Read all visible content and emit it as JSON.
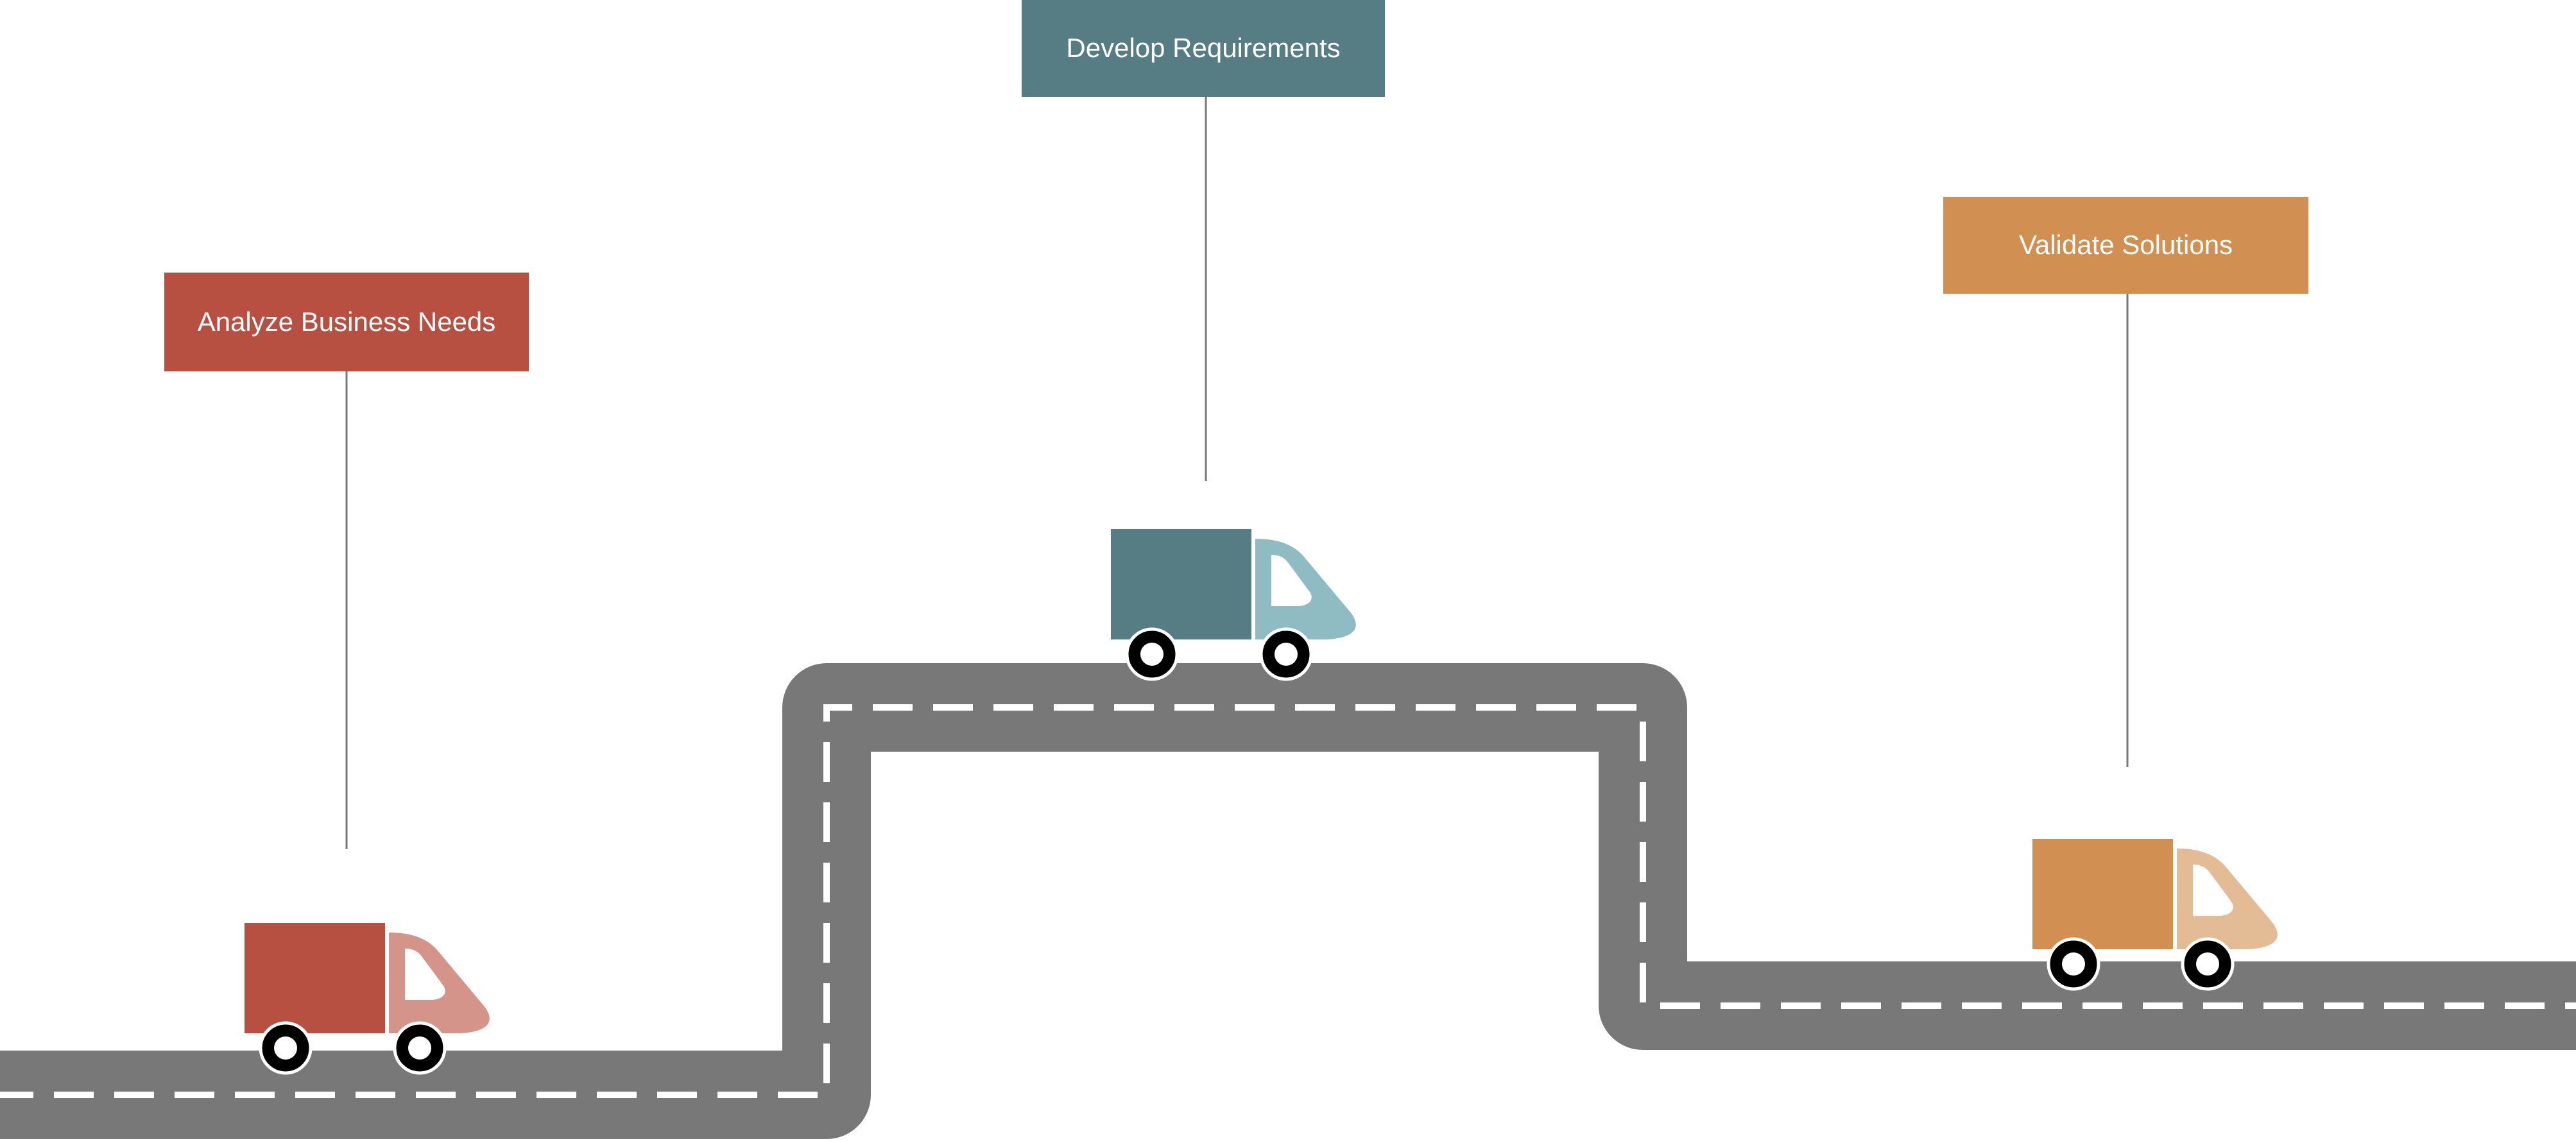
{
  "steps": [
    {
      "label": "Analyze Business Needs",
      "color": "#B85042",
      "cab_color": "#D4948A"
    },
    {
      "label": "Develop Requirements",
      "color": "#557D83",
      "cab_color": "#8FBBC2"
    },
    {
      "label": "Validate Solutions",
      "color": "#D18F52",
      "cab_color": "#E3BB94"
    }
  ],
  "road": {
    "color": "#787878",
    "lane_marking_color": "#FFFFFF"
  },
  "icons": {
    "vehicle": "truck-icon"
  }
}
